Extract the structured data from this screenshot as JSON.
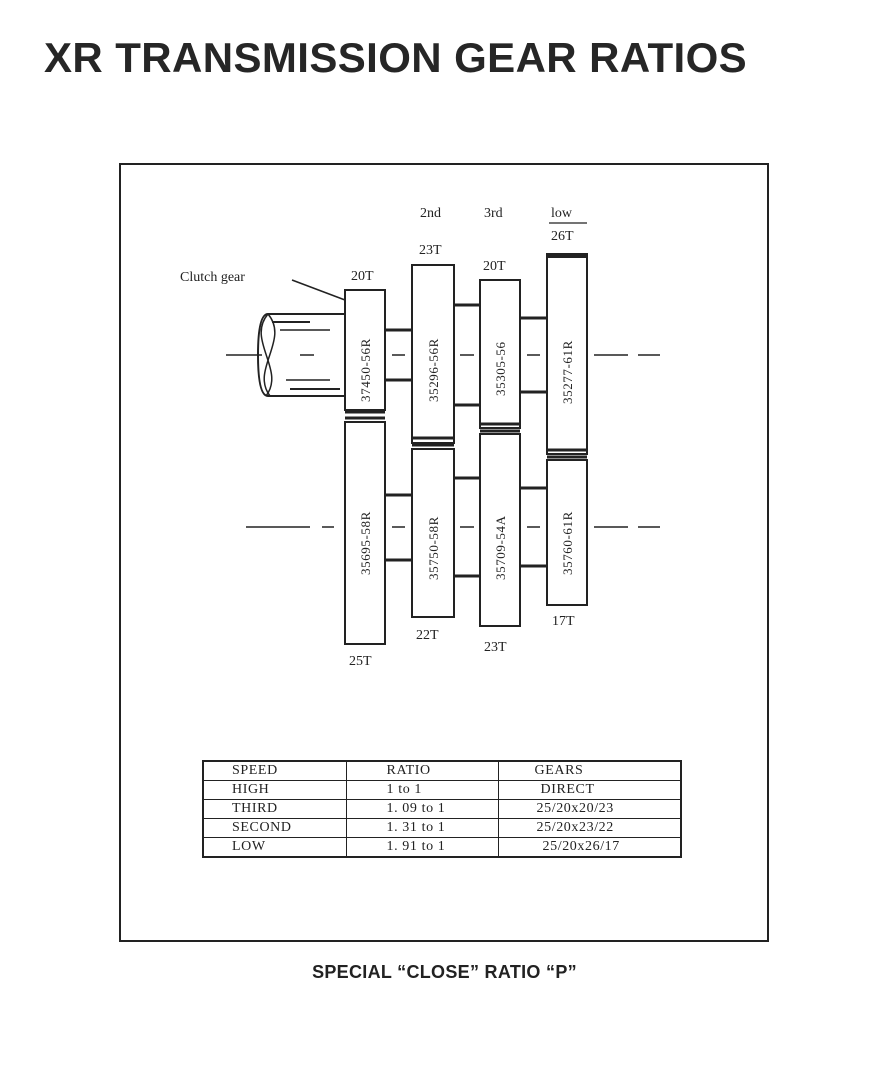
{
  "title": "XR TRANSMISSION GEAR RATIOS",
  "caption": "SPECIAL “CLOSE” RATIO “P”",
  "diagram": {
    "clutch_label": "Clutch gear",
    "speed_labels": {
      "second": "2nd",
      "third": "3rd",
      "low": "low"
    },
    "top_teeth": {
      "clutch": "20T",
      "second": "23T",
      "third": "20T",
      "low": "26T"
    },
    "bottom_teeth": {
      "counter_clutch": "25T",
      "second": "22T",
      "third": "23T",
      "low": "17T"
    },
    "main_parts": [
      "37450-56R",
      "35296-56R",
      "35305-56",
      "35277-61R"
    ],
    "counter_parts": [
      "35695-58R",
      "35750-58R",
      "35709-54A",
      "35760-61R"
    ]
  },
  "table": {
    "headers": [
      "SPEED",
      "RATIO",
      "GEARS"
    ],
    "rows": [
      [
        "HIGH",
        "1 to 1",
        "DIRECT"
      ],
      [
        "THIRD",
        "1. 09 to 1",
        "25/20x20/23"
      ],
      [
        "SECOND",
        "1. 31 to 1",
        "25/20x23/22"
      ],
      [
        "LOW",
        "1. 91 to 1",
        "25/20x26/17"
      ]
    ]
  }
}
